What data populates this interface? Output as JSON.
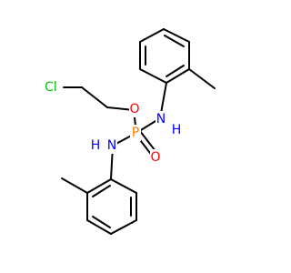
{
  "molecule": {
    "atoms": {
      "cl": "Cl",
      "o_ether": "O",
      "n_upper": "N",
      "h_upper": "H",
      "p": "P",
      "o_double": "O",
      "n_lower": "N",
      "h_lower": "H"
    },
    "colors": {
      "bond": "#000000",
      "chlorine": "#00c000",
      "oxygen": "#ff0000",
      "nitrogen": "#0000ff",
      "phosphorus": "#ff8000"
    }
  }
}
